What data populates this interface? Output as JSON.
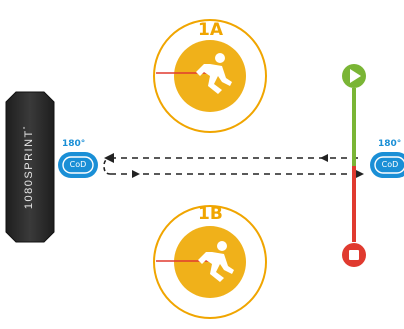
{
  "device": {
    "brand": "1080SPRINT",
    "trademark": "°"
  },
  "drills": [
    {
      "label": "1A"
    },
    {
      "label": "1B"
    }
  ],
  "cod_markers": [
    {
      "angle": "180°",
      "text": "CoD"
    },
    {
      "angle": "180°",
      "text": "CoD"
    }
  ],
  "controls": {
    "start": "play-icon",
    "stop": "stop-icon"
  },
  "colors": {
    "accent_orange": "#f0a500",
    "cod_blue": "#1a8fd6",
    "start_green": "#7ab535",
    "stop_red": "#e03a2f",
    "device_dark": "#2b2b2b"
  }
}
